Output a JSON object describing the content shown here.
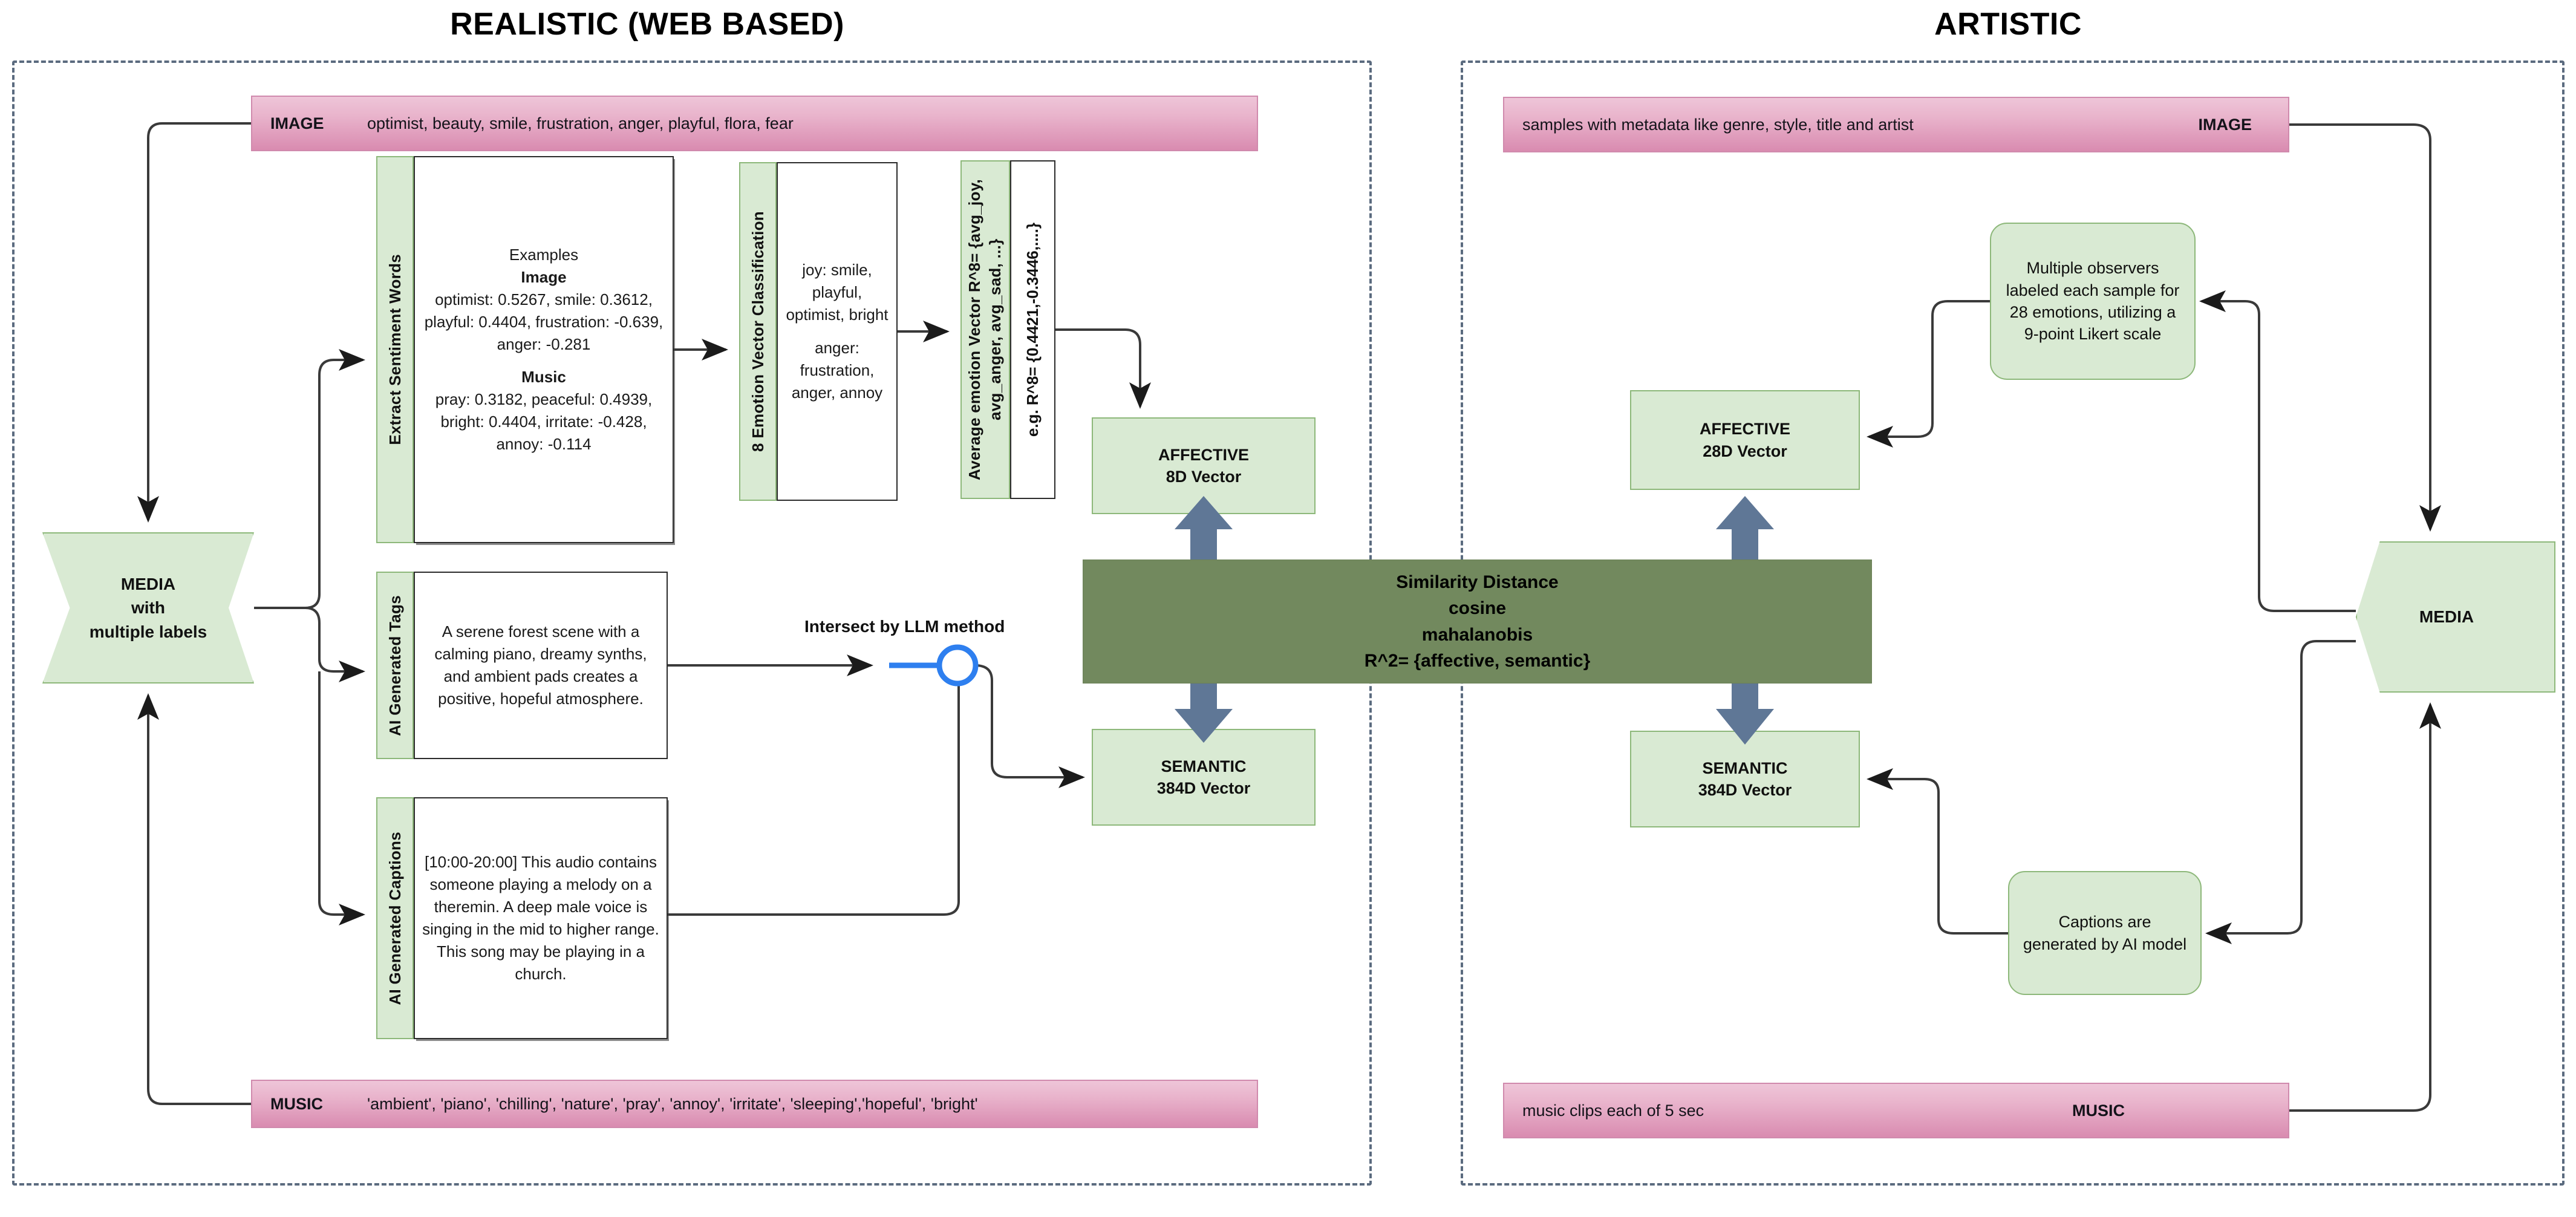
{
  "colors": {
    "panel_border": "#5b6b7f",
    "pink_top": "#eec5d8",
    "pink_bottom": "#d98bb0",
    "green_fill": "#d9ead3",
    "green_border": "#8db87a",
    "dark_green": "#72895e",
    "arrow_blue_grey": "#5f7796",
    "connector_blue": "#2e7fef",
    "line_dark": "#3a3a3a"
  },
  "panels": {
    "left": {
      "title": "REALISTIC (WEB BASED)"
    },
    "right": {
      "title": "ARTISTIC"
    }
  },
  "left": {
    "image_bar": {
      "label": "IMAGE",
      "text": "optimist, beauty, smile, frustration, anger, playful, flora, fear"
    },
    "music_bar": {
      "label": "MUSIC",
      "text": "'ambient', 'piano', 'chilling', 'nature', 'pray', 'annoy', 'irritate', 'sleeping','hopeful', 'bright'"
    },
    "media": {
      "line1": "MEDIA",
      "line2": "with",
      "line3": "multiple labels"
    },
    "sentiment": {
      "tab": "Extract Sentiment Words",
      "title": "Examples",
      "image_head": "Image",
      "image_body": "optimist: 0.5267, smile: 0.3612, playful: 0.4404, frustration: -0.639, anger: -0.281",
      "music_head": "Music",
      "music_body": "pray: 0.3182, peaceful: 0.4939, bright: 0.4404, irritate: -0.428, annoy: -0.114"
    },
    "emotion_class": {
      "tab": "8 Emotion Vector Classification",
      "joy": "joy: smile, playful, optimist, bright",
      "anger": "anger: frustration, anger, annoy"
    },
    "avg_vector": {
      "tab": "Average emotion Vector R^8= {avg_joy, avg_anger, avg_sad, ...}",
      "example": "e.g. R^8= {0.4421,-0.3446,....}"
    },
    "tags": {
      "tab": "AI Generated Tags",
      "text": "A serene forest scene with a calming piano, dreamy synths, and ambient pads creates a positive, hopeful atmosphere."
    },
    "captions": {
      "tab": "AI Generated Captions",
      "text": "[10:00-20:00] This audio contains someone playing a melody on a theremin. A deep male voice is singing in the mid to higher range. This song may be playing in a church."
    },
    "affective": {
      "line1": "AFFECTIVE",
      "line2": "8D Vector"
    },
    "semantic": {
      "line1": "SEMANTIC",
      "line2": "384D Vector"
    },
    "intersect_label": "Intersect by LLM method"
  },
  "center": {
    "similarity": {
      "line1": "Similarity Distance",
      "line2": "cosine",
      "line3": "mahalanobis",
      "line4": "R^2= {affective, semantic}"
    }
  },
  "right": {
    "image_bar": {
      "label": "IMAGE",
      "text": "samples with metadata like genre, style, title and artist"
    },
    "music_bar": {
      "label": "MUSIC",
      "text": "music clips each of 5 sec"
    },
    "media": {
      "line1": "MEDIA"
    },
    "observers": {
      "text": "Multiple observers labeled each sample  for 28 emotions, utilizing a 9-point Likert scale"
    },
    "captions_note": {
      "text": "Captions are generated by AI model"
    },
    "affective": {
      "line1": "AFFECTIVE",
      "line2": "28D Vector"
    },
    "semantic": {
      "line1": "SEMANTIC",
      "line2": "384D Vector"
    }
  }
}
